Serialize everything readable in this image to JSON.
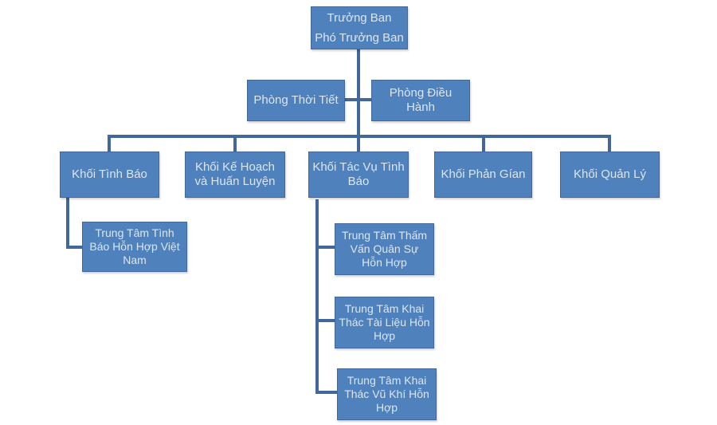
{
  "theme": {
    "box_fill": "#4F81BD",
    "box_border": "#41679C",
    "connector_color": "#41679C",
    "text_color": "#DCE6F2",
    "background": "#FFFFFF"
  },
  "org": {
    "root": {
      "label": "Trưởng Ban\nPhó Trưởng Ban"
    },
    "level2": [
      {
        "label": "Phòng Thời Tiết"
      },
      {
        "label": "Phòng Điều Hành"
      }
    ],
    "level3": [
      {
        "label": "Khối Tình Báo"
      },
      {
        "label": "Khối Kế Hoạch và Huấn Luyện"
      },
      {
        "label": "Khối Tác Vụ Tình Báo"
      },
      {
        "label": "Khối Phản Gían"
      },
      {
        "label": "Khối Quản Lý"
      }
    ],
    "children_tinh_bao": [
      {
        "label": "Trung Tâm Tình Báo Hỗn Hợp Việt Nam"
      }
    ],
    "children_tac_vu": [
      {
        "label": "Trung Tâm  Thấm Vấn Quân Sự\nHỗn Hợp"
      },
      {
        "label": "Trung Tâm Khai Thác Tài  Liệu Hỗn Hợp"
      },
      {
        "label": "Trung Tâm Khai Thác Vũ Khí Hỗn Hợp"
      }
    ]
  }
}
